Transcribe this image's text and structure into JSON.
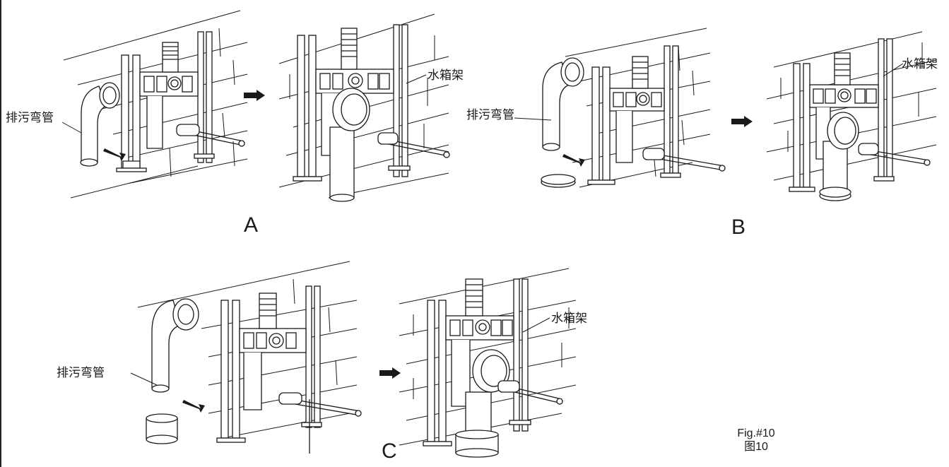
{
  "labels": {
    "pipe": "排污弯管",
    "frame": "水箱架"
  },
  "steps": [
    "A",
    "B",
    "C"
  ],
  "caption": {
    "en": "Fig.#10",
    "zh": "图10"
  },
  "icons": {
    "arrow": "right-arrow-icon",
    "push": "push-arrow-icon"
  },
  "colors": {
    "line": "#1a1a1a",
    "fill": "#ffffff",
    "shade": "#d9d9d9"
  }
}
